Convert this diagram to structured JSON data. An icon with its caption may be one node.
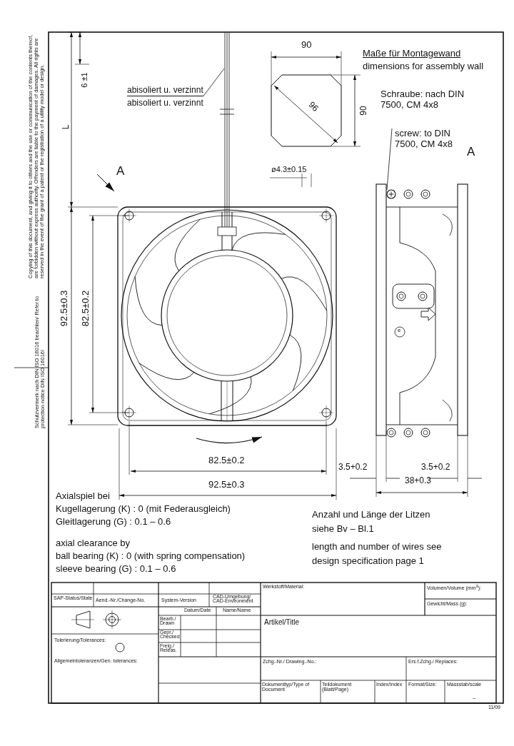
{
  "diagram": {
    "nodes": [
      {
        "text": [
          "abisoliert u. verzinnt"
        ]
      },
      {
        "text": [
          "screw: to DIN 7500, CM 4x8"
        ]
      },
      {
        "text": [],
        "shape": "picture"
      },
      {
        "text": [],
        "shape": "circle"
      }
    ],
    "edges": [
      {
        "from": 0,
        "to": 2,
        "arrow": "none"
      },
      {
        "from": 1,
        "to": 3,
        "arrow": "none"
      }
    ],
    "labels": [
      "Copying of this document, and giving it to others and the use or communication of the contents thereof, are forbidden without express authority. Offenders are liable to the payment of damages. All rights are reserved in the event of the grant of a patent or the registration of a utility model or design.",
      "Schutzvermerk nach DIN ISO 16016 beachten/ Refer to protection notice DIN ISO 16016!",
      "90",
      "Maße für Montagewand",
      "dimensions for assembly wall",
      "6 ±1",
      "96",
      "90",
      "abisoliert u. verzinnt",
      "Schraube: nach DIN 7500, CM 4x8",
      "L",
      "A",
      "A",
      "ø4.3±0.15",
      "92.5±0.3",
      "82.5±0.2",
      "e",
      "82.5±0.2",
      "3.5+0.2",
      "3.5+0.2",
      "38+0.3",
      "92.5±0.3",
      "Axialspiel bei",
      "Kugellagerung (K) :  0 (mit Federausgleich)",
      "Gleitlagerung  (G) :  0.1 – 0.6",
      "axial clearance by",
      "ball bearing (K) :  0 (with spring compensation)",
      "sleeve bearing  (G) :  0.1 – 0.6",
      "Anzahl und Länge der Litzen siehe Bv – Bl.1",
      "length and number of wires see design specification page 1",
      "SAP-Status/State",
      "Aend.-Nr./Change-No.",
      "System-Version",
      "CAD-Umgebung/ CAD-Environment",
      "Werkstoff/Material:",
      "Volumen/Volume (mm$^{3}$):",
      "Datum/Date",
      "Name/Name",
      "Gewicht/Mass (g):",
      "Bearb./ Drawn",
      "Artikel/Title",
      "Gepr./ Checked",
      "Tolerierung/Tolerances:",
      "Freig./ Releas.",
      "Allgemeintoleranzen/Gen. tolerances:",
      "Zchg.-Nr./ Drawing.-No.:",
      "Ers.f.Zchg./ Replaces:",
      "Dokumenttyp/Type of Document",
      "Teildokument (Blatt/Page)",
      "Index/Index",
      "Format/Size:",
      "Massstab/scale",
      "–",
      "11/09"
    ]
  }
}
